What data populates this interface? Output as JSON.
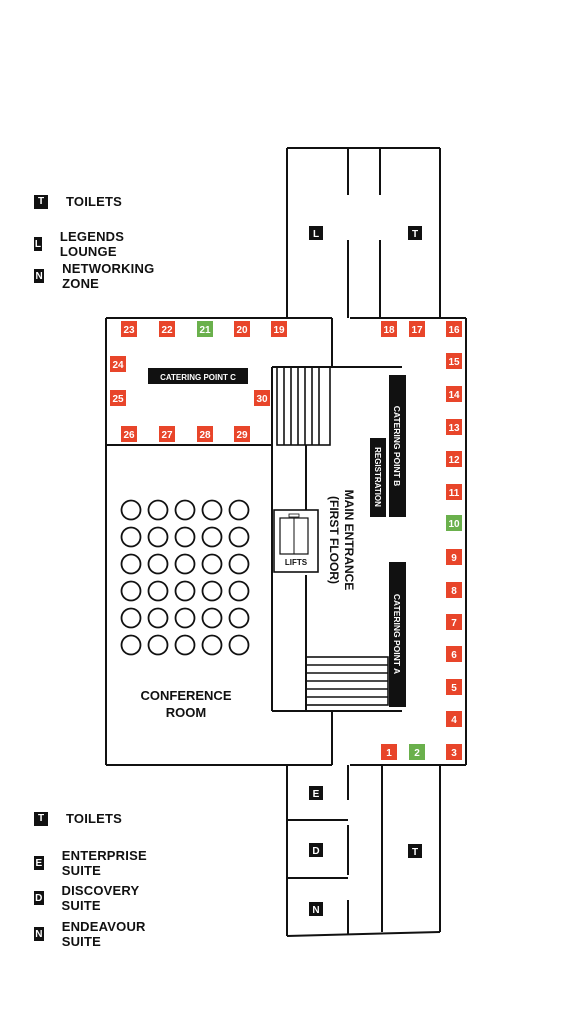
{
  "legend_top": [
    {
      "key": "T",
      "label": "TOILETS"
    },
    {
      "key": "L",
      "label": "LEGENDS LOUNGE"
    },
    {
      "key": "N",
      "label": "NETWORKING ZONE"
    }
  ],
  "legend_bottom": [
    {
      "key": "T",
      "label": "TOILETS"
    },
    {
      "key": "E",
      "label": "ENTERPRISE SUITE"
    },
    {
      "key": "D",
      "label": "DISCOVERY SUITE"
    },
    {
      "key": "N",
      "label": "ENDEAVOUR SUITE"
    }
  ],
  "room_markers": {
    "top_left": "L",
    "top_right": "T",
    "bottom_e": "E",
    "bottom_d": "D",
    "bottom_n": "N",
    "bottom_t": "T"
  },
  "labels": {
    "catering_c": "CATERING POINT C",
    "catering_b": "CATERING POINT B",
    "catering_a": "CATERING POINT A",
    "registration": "REGISTRATION",
    "main_entrance_1": "MAIN ENTRANCE",
    "main_entrance_2": "(FIRST FLOOR)",
    "lifts": "LIFTS",
    "conference_1": "CONFERENCE",
    "conference_2": "ROOM"
  },
  "colors": {
    "booth_red": "#e8452a",
    "booth_green": "#6ab04c",
    "ink": "#111111"
  },
  "booths": [
    {
      "num": "1",
      "status": "red"
    },
    {
      "num": "2",
      "status": "green"
    },
    {
      "num": "3",
      "status": "red"
    },
    {
      "num": "4",
      "status": "red"
    },
    {
      "num": "5",
      "status": "red"
    },
    {
      "num": "6",
      "status": "red"
    },
    {
      "num": "7",
      "status": "red"
    },
    {
      "num": "8",
      "status": "red"
    },
    {
      "num": "9",
      "status": "red"
    },
    {
      "num": "10",
      "status": "green"
    },
    {
      "num": "11",
      "status": "red"
    },
    {
      "num": "12",
      "status": "red"
    },
    {
      "num": "13",
      "status": "red"
    },
    {
      "num": "14",
      "status": "red"
    },
    {
      "num": "15",
      "status": "red"
    },
    {
      "num": "16",
      "status": "red"
    },
    {
      "num": "17",
      "status": "red"
    },
    {
      "num": "18",
      "status": "red"
    },
    {
      "num": "19",
      "status": "red"
    },
    {
      "num": "20",
      "status": "red"
    },
    {
      "num": "21",
      "status": "green"
    },
    {
      "num": "22",
      "status": "red"
    },
    {
      "num": "23",
      "status": "red"
    },
    {
      "num": "24",
      "status": "red"
    },
    {
      "num": "25",
      "status": "red"
    },
    {
      "num": "26",
      "status": "red"
    },
    {
      "num": "27",
      "status": "red"
    },
    {
      "num": "28",
      "status": "red"
    },
    {
      "num": "29",
      "status": "red"
    },
    {
      "num": "30",
      "status": "red"
    }
  ]
}
